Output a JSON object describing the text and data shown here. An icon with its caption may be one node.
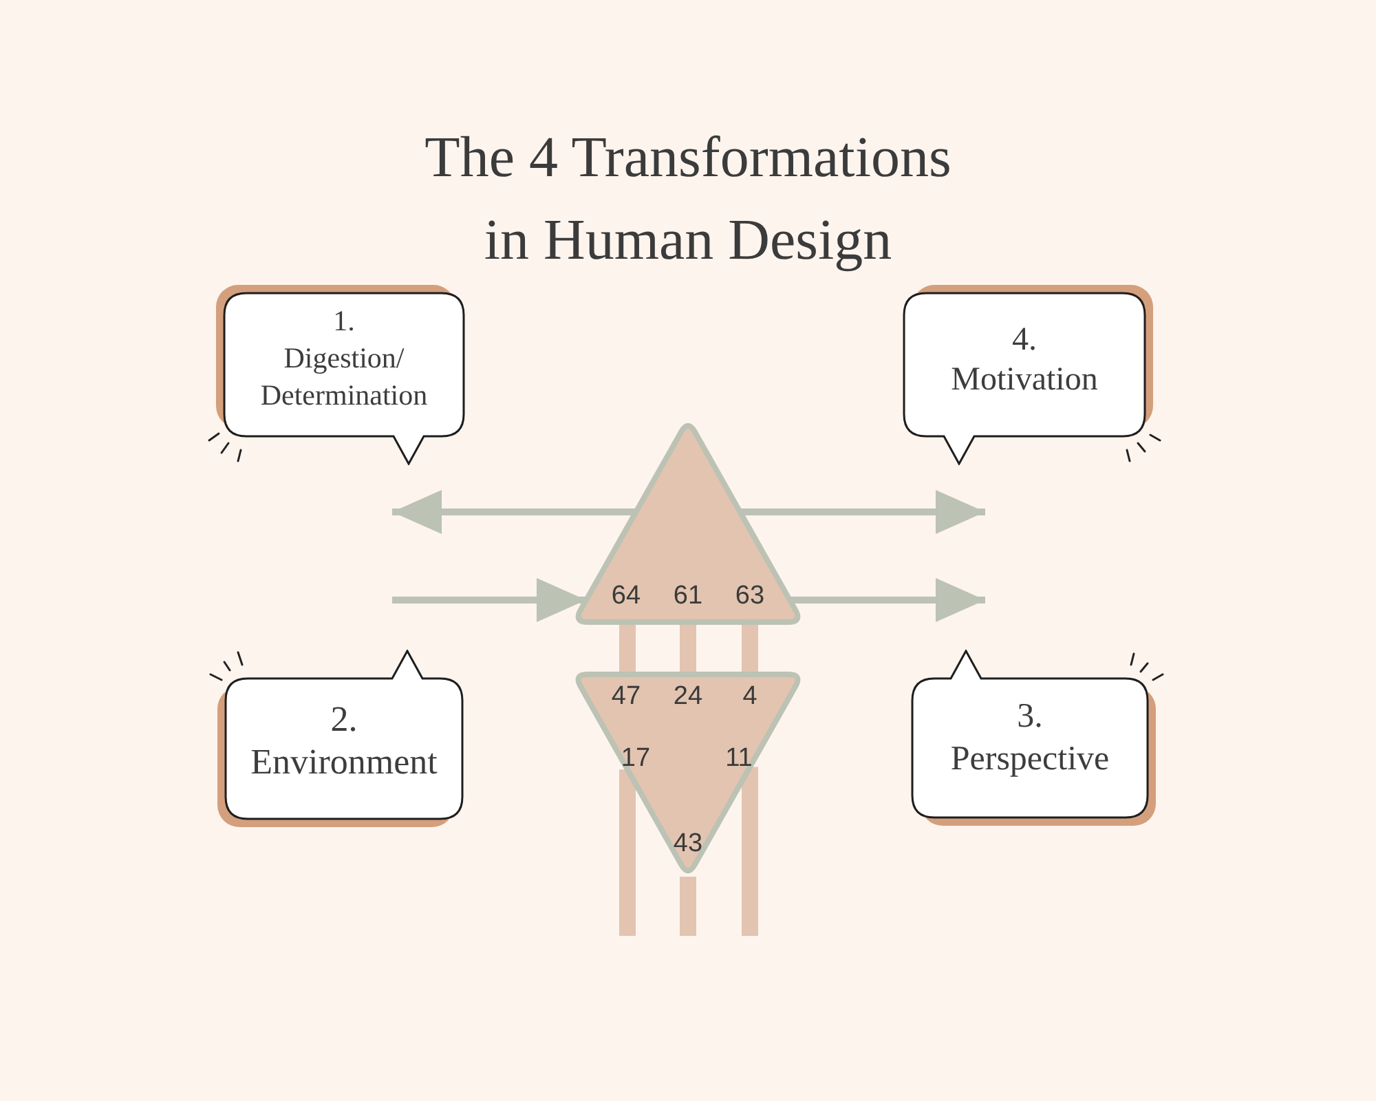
{
  "diagram": {
    "title": "The 4 Transformations in Human Design",
    "nodes": [
      {
        "text": [
          "1.",
          "Digestion/ Determination"
        ]
      },
      {
        "text": [
          "4.",
          "Motivation"
        ]
      },
      {
        "text": [
          "64",
          "61",
          "63"
        ]
      },
      {
        "text": [
          "2.",
          "Environment"
        ]
      },
      {
        "text": [
          "47",
          "24",
          "4",
          "17",
          "11",
          "43"
        ]
      },
      {
        "text": [
          "3.",
          "Perspective"
        ]
      }
    ],
    "edges": [
      {
        "from": 2,
        "to": null,
        "arrow": "to",
        "color": "#bcc2b4"
      },
      {
        "from": null,
        "to": 2,
        "arrow": "to",
        "color": "#bcc2b4"
      },
      {
        "from": 2,
        "to": null,
        "arrow": "to",
        "color": "#bcc2b4"
      },
      {
        "from": 2,
        "to": null,
        "arrow": "to",
        "color": "#bcc2b4"
      },
      {
        "from": 2,
        "to": 4,
        "arrow": "none"
      },
      {
        "from": 2,
        "to": 4,
        "arrow": "none"
      },
      {
        "from": 2,
        "to": 4,
        "arrow": "none"
      },
      {
        "from": 4,
        "to": null,
        "arrow": "none"
      },
      {
        "from": 4,
        "to": null,
        "arrow": "none"
      },
      {
        "from": 4,
        "to": null,
        "arrow": "none"
      }
    ]
  }
}
